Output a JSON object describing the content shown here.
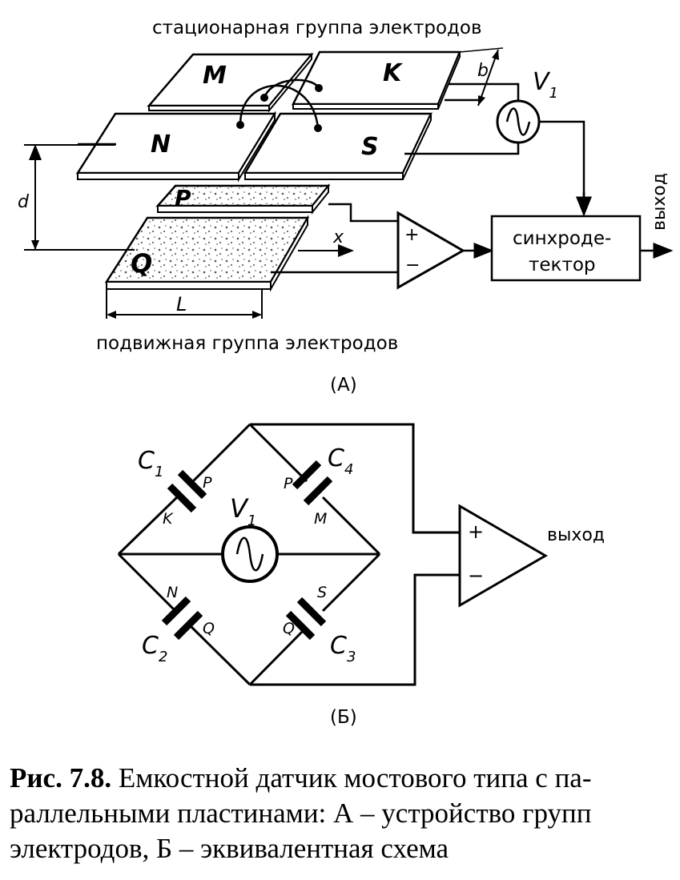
{
  "panel_a": {
    "top_label": "стационарная группа электродов",
    "bottom_label": "подвижная группа электродов",
    "electrodes": {
      "m": "M",
      "k": "K",
      "n": "N",
      "s": "S",
      "p": "P",
      "q": "Q"
    },
    "dims": {
      "b": "b",
      "d": "d",
      "l": "L",
      "x": "x"
    },
    "source": {
      "v": "V",
      "sub": "1"
    },
    "amp": {
      "plus": "+",
      "minus": "−"
    },
    "sync_detector": {
      "line1": "синхроде-",
      "line2": "тектор"
    },
    "output": "выход",
    "panel_label": "(А)"
  },
  "panel_b": {
    "caps": {
      "c1": {
        "c": "C",
        "sub": "1",
        "top": "P",
        "bottom": "K"
      },
      "c2": {
        "c": "C",
        "sub": "2",
        "top": "N",
        "bottom": "Q"
      },
      "c3": {
        "c": "C",
        "sub": "3",
        "top": "S",
        "bottom": "Q"
      },
      "c4": {
        "c": "C",
        "sub": "4",
        "top": "P",
        "bottom": "M"
      }
    },
    "source": {
      "v": "V",
      "sub": "1"
    },
    "amp": {
      "plus": "+",
      "minus": "−"
    },
    "output": "выход",
    "panel_label": "(Б)"
  },
  "caption": {
    "prefix": "Рис. 7.8.",
    "line1": " Емкостной датчик мостового типа с па-",
    "line2": "раллельными пластинами: А – устройство групп",
    "line3": "электродов, Б – эквивалентная схема"
  }
}
